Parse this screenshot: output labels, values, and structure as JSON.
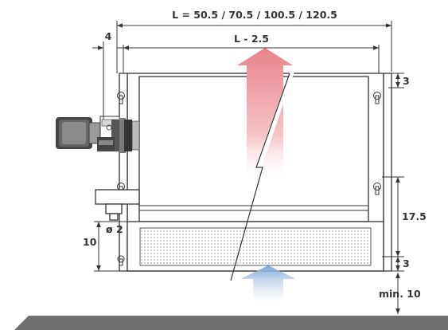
{
  "dimensions": {
    "total_length": "L = 50.5 / 70.5 / 100.5 / 120.5",
    "inner_length": "L - 2.5",
    "side_offset": "4",
    "top_offset": "3",
    "mount_spacing": "17.5",
    "bottom_offset": "3",
    "floor_clearance": "min. 10",
    "pipe_height": "10",
    "pipe_diameter": "ø 2"
  },
  "colors": {
    "line": "#333333",
    "floor": "#6e6e6e",
    "warm_air": "#e8838a",
    "cool_air": "#7aa7d6",
    "grille": "#cfcfcf"
  },
  "icons": {
    "warm_air": "arrow-up-red-gradient",
    "cool_air": "arrow-up-blue-gradient",
    "valve": "thermostatic-valve-head"
  }
}
